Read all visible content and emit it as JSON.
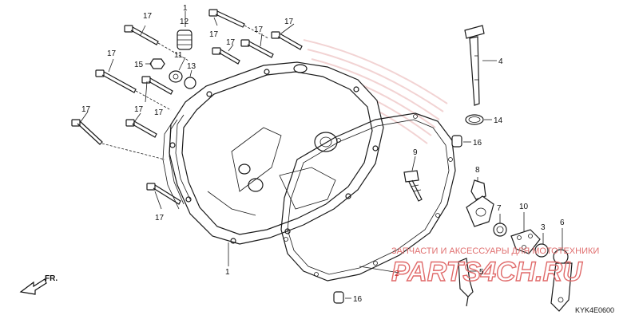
{
  "diagram_code": "KYK4E0600",
  "front_label": "FR.",
  "watermark": {
    "caption": "ЗАПЧАСТИ И АКСЕССУАРЫ ДЛЯ МОТОТЕХНИКИ",
    "logo": "PARTS4CH.RU"
  },
  "callouts": {
    "c1_top": "1",
    "c12": "12",
    "c11": "11",
    "c13": "13",
    "c15": "15",
    "c17_a": "17",
    "c17_b": "17",
    "c17_c": "17",
    "c17_d": "17",
    "c17_e": "17",
    "c17_f": "17",
    "c17_g": "17",
    "c17_h": "17",
    "c17_i": "17",
    "c17_j": "17",
    "c4": "4",
    "c14": "14",
    "c16_a": "16",
    "c16_b": "16",
    "c9": "9",
    "c8": "8",
    "c7": "7",
    "c10": "10",
    "c3": "3",
    "c6": "6",
    "c1_bottom": "1",
    "c2": "2",
    "c5": "5"
  }
}
